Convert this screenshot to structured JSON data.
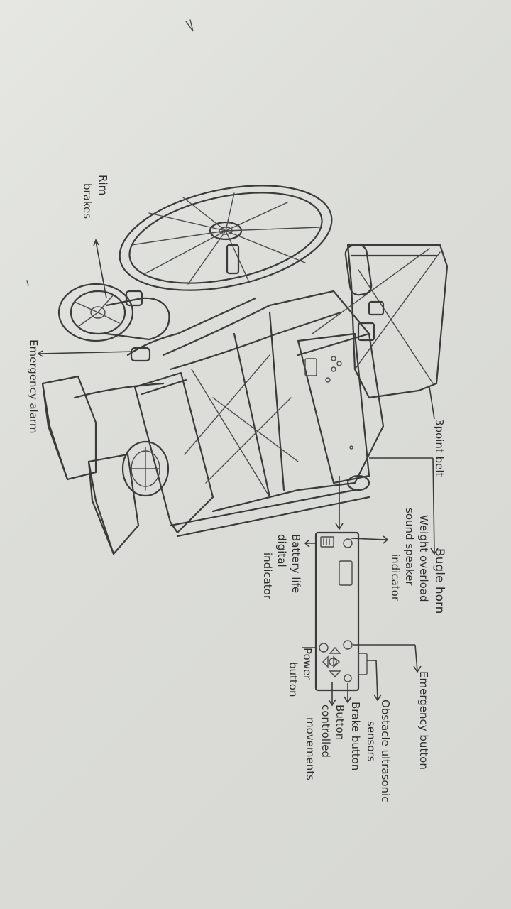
{
  "labels": {
    "rim_brakes_line1": "Rim",
    "rim_brakes_line2": "brakes",
    "emergency_alarm": "Emergency alarm",
    "three_point_belt": "3point belt",
    "bugle_horn": "Bugle horn",
    "weight_line1": "Weight overload",
    "weight_line2": "sound speaker",
    "weight_line3": "indicator",
    "battery_line1": "Battery life",
    "battery_line2": "digital",
    "battery_line3": "indicator",
    "emergency_button": "Emergency button",
    "obstacle_line1": "Obstacle ultrasonic",
    "obstacle_line2": "sensors",
    "brake_button": "Brake button",
    "button_line1": "Button",
    "button_line2": "controlled",
    "button_line3": "movements",
    "power_line1": "Power",
    "power_line2": "button"
  },
  "colors": {
    "paper": "#dedfdb",
    "pencil": "#3b3b3b"
  }
}
